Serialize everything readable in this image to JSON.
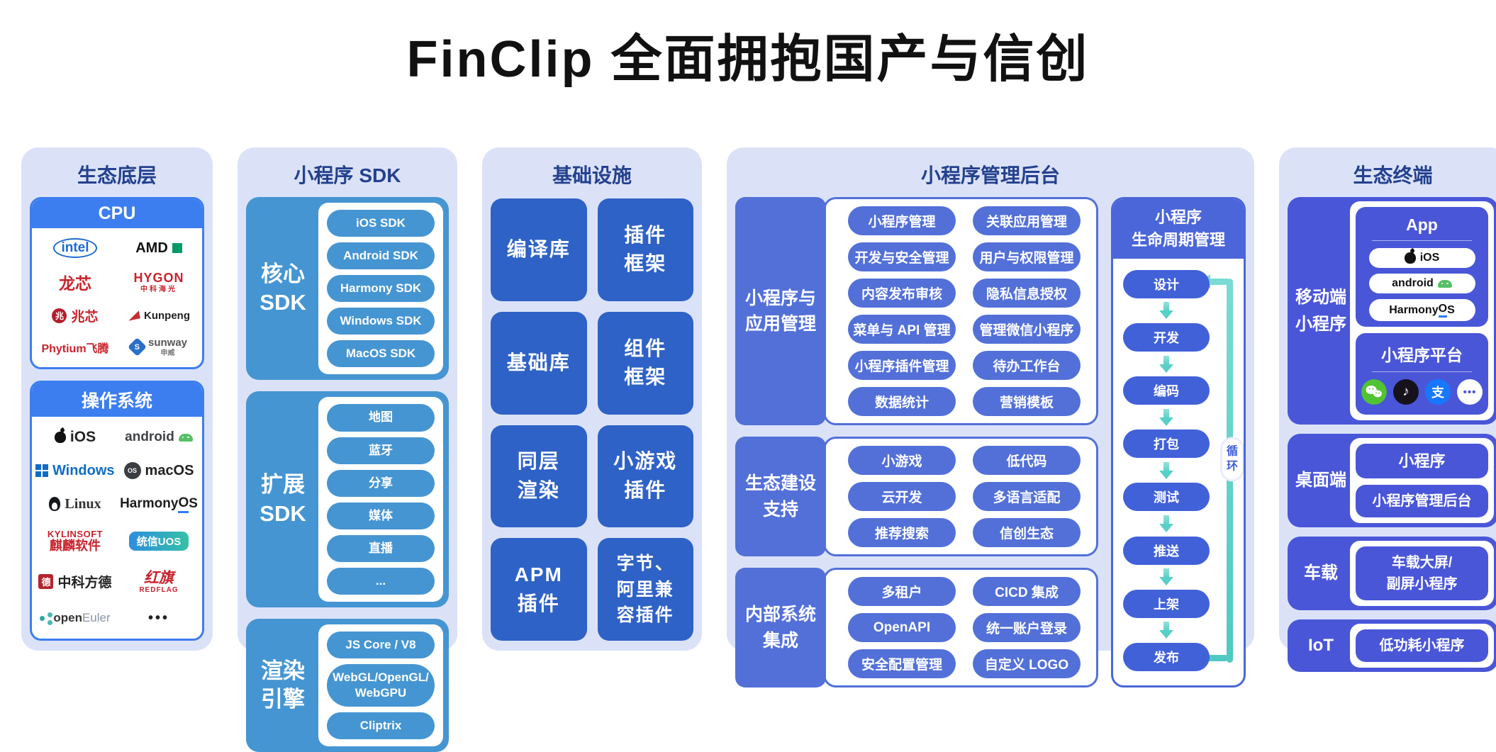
{
  "title": "FinClip 全面拥抱国产与信创",
  "colors": {
    "panel_bg": "#dbe2f8",
    "panel_title": "#24418e",
    "bright_blue": "#3c7ef0",
    "sky_blue": "#4595d2",
    "royal_blue": "#2e62c6",
    "periwinkle": "#5270d8",
    "indigo": "#4956d8",
    "lifecycle_blue": "#4161d9",
    "teal_arrow": "#58cfc8"
  },
  "eco_base": {
    "title": "生态底层",
    "cpu": {
      "title": "CPU",
      "logos": {
        "intel": "intel",
        "amd": "AMD",
        "loongson": "龙芯",
        "hygon": "HYGON",
        "hygon_sub": "中科海光",
        "zhaoxin_glyph": "兆",
        "zhaoxin": "兆芯",
        "kunpeng": "Kunpeng",
        "phytium": "Phytium飞腾",
        "sunway_glyph": "S",
        "sunway": "sunway",
        "sunway_sub": "申威"
      }
    },
    "os": {
      "title": "操作系统",
      "logos": {
        "ios": "iOS",
        "android": "android",
        "windows": "Windows",
        "macos_glyph": "OS",
        "macos": "macOS",
        "linux": "Linux",
        "harmony_pre": "Harmony",
        "harmony_o": "O",
        "harmony_s": "S",
        "kylin_main": "KYLINSOFT",
        "kylin_sub": "麒麟软件",
        "uos": "统信UOS",
        "fangde_glyph": "德",
        "fangde": "中科方德",
        "redflag_main": "红旗",
        "redflag_sub": "REDFLAG",
        "openeuler_pre": "open",
        "openeuler_post": "Euler",
        "more": "•••"
      }
    }
  },
  "sdk": {
    "title": "小程序 SDK",
    "groups": [
      {
        "label": "核心\nSDK",
        "pills": [
          "iOS SDK",
          "Android SDK",
          "Harmony SDK",
          "Windows SDK",
          "MacOS SDK"
        ]
      },
      {
        "label": "扩展\nSDK",
        "pills": [
          "地图",
          "蓝牙",
          "分享",
          "媒体",
          "直播",
          "..."
        ]
      },
      {
        "label": "渲染\n引擎",
        "pills": [
          "JS Core / V8",
          "WebGL/OpenGL/\nWebGPU",
          "Cliptrix"
        ]
      }
    ]
  },
  "infra": {
    "title": "基础设施",
    "cells": [
      "编译库",
      "插件\n框架",
      "基础库",
      "组件\n框架",
      "同层\n渲染",
      "小游戏\n插件",
      "APM\n插件",
      "字节、\n阿里兼\n容插件"
    ]
  },
  "admin": {
    "title": "小程序管理后台",
    "groups": [
      {
        "label": "小程序与\n应用管理",
        "pills": [
          "小程序管理",
          "关联应用管理",
          "开发与安全管理",
          "用户与权限管理",
          "内容发布审核",
          "隐私信息授权",
          "菜单与 API 管理",
          "管理微信小程序",
          "小程序插件管理",
          "待办工作台",
          "数据统计",
          "营销模板"
        ]
      },
      {
        "label": "生态建设\n支持",
        "pills": [
          "小游戏",
          "低代码",
          "云开发",
          "多语言适配",
          "推荐搜索",
          "信创生态"
        ]
      },
      {
        "label": "内部系统\n集成",
        "pills": [
          "多租户",
          "CICD 集成",
          "OpenAPI",
          "统一账户登录",
          "安全配置管理",
          "自定义 LOGO"
        ]
      }
    ]
  },
  "lifecycle": {
    "title": "小程序\n生命周期管理",
    "steps": [
      "设计",
      "开发",
      "编码",
      "打包",
      "测试",
      "推送",
      "上架",
      "发布"
    ],
    "loop_label": "循\n环"
  },
  "terminal": {
    "title": "生态终端",
    "mobile": {
      "label": "移动端\n小程序",
      "app_card": {
        "title": "App",
        "ios": "iOS",
        "android": "android",
        "harmony_pre": "Harmony",
        "harmony_o": "O",
        "harmony_s": "S"
      },
      "platform_card": {
        "title": "小程序平台",
        "icons": [
          "wechat-icon",
          "douyin-icon",
          "alipay-icon",
          "more-icon"
        ],
        "douyin_glyph": "♪",
        "alipay_glyph": "支",
        "more_glyph": "•••"
      }
    },
    "desktop": {
      "label": "桌面端",
      "cards": [
        "小程序",
        "小程序管理后台"
      ]
    },
    "vehicle": {
      "label": "车载",
      "cards": [
        "车载大屏/\n副屏小程序"
      ]
    },
    "iot": {
      "label": "IoT",
      "cards": [
        "低功耗小程序"
      ]
    }
  }
}
